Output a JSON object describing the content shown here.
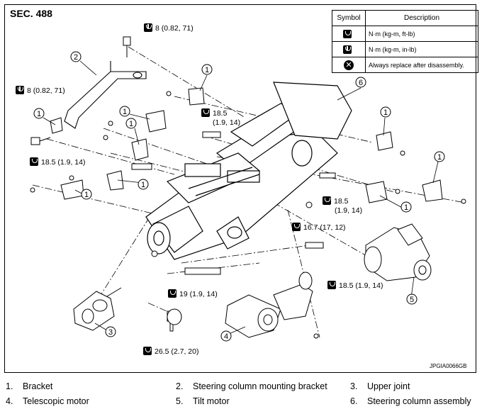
{
  "section": "SEC. 488",
  "legend": {
    "header_symbol": "Symbol",
    "header_description": "Description",
    "rows": [
      {
        "icon": "torque-wrench-icon",
        "description": "N·m (kg-m, ft-lb)"
      },
      {
        "icon": "torque-wrench-small-icon",
        "description": "N·m (kg-m, in-lb)"
      },
      {
        "icon": "replace-x-icon",
        "description": "Always replace after disassembly."
      }
    ]
  },
  "torques": {
    "t1": "8 (0.82, 71)",
    "t2": "8 (0.82, 71)",
    "t3a": "18.5",
    "t3b": "(1.9, 14)",
    "t4": "18.5 (1.9, 14)",
    "t5a": "18.5",
    "t5b": "(1.9, 14)",
    "t6": "16.7 (17, 12)",
    "t7": "18.5 (1.9, 14)",
    "t8": "19 (1.9, 14)",
    "t9": "26.5 (2.7, 20)"
  },
  "callouts": {
    "c1": "1",
    "c2": "2",
    "c3": "3",
    "c4": "4",
    "c5": "5",
    "c6": "6"
  },
  "drawing_code": "JPGIA0066GB",
  "parts": [
    {
      "num": "1.",
      "name": "Bracket"
    },
    {
      "num": "2.",
      "name": "Steering column mounting bracket"
    },
    {
      "num": "3.",
      "name": "Upper joint"
    },
    {
      "num": "4.",
      "name": "Telescopic motor"
    },
    {
      "num": "5.",
      "name": "Tilt motor"
    },
    {
      "num": "6.",
      "name": "Steering column assembly"
    }
  ]
}
